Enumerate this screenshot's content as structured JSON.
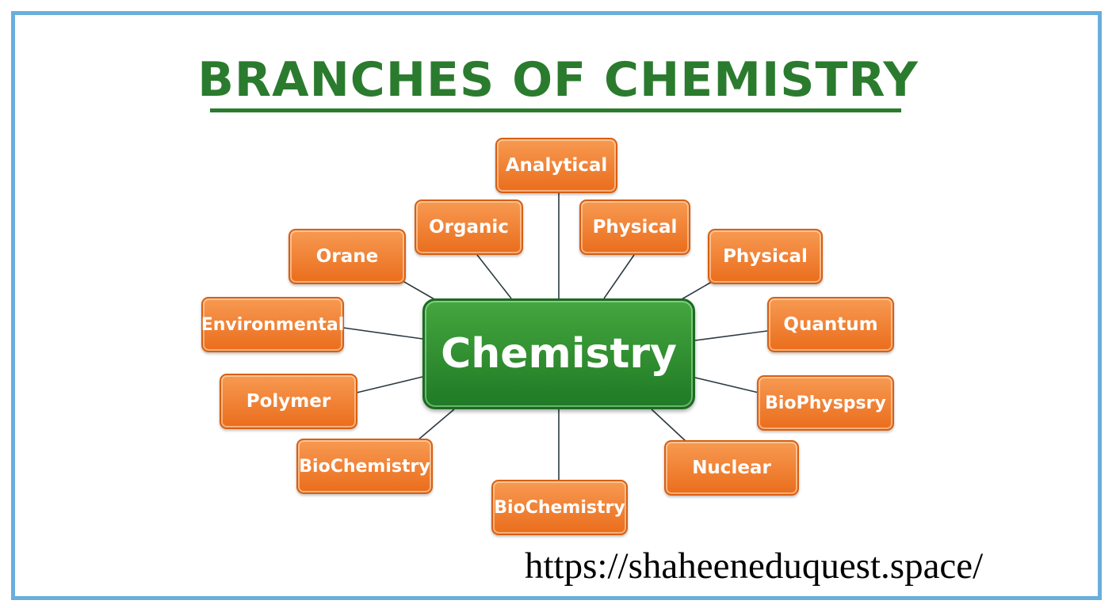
{
  "title": "BRANCHES OF CHEMISTRY",
  "center": "Chemistry",
  "branches": [
    "Analytical",
    "Organic",
    "Physical",
    "Orane",
    "Physical",
    "Environmental",
    "Quantum",
    "Polymer",
    "BioPhyspsry",
    "BioChemistry",
    "Nuclear",
    "BioChemistry"
  ],
  "url": "https://shaheeneduquest.space/",
  "colors": {
    "title": "#2b7b2e",
    "center_node": "#2f8f30",
    "branch_node": "#f0802e",
    "frame": "#6aaedb",
    "connector": "#2a3a40"
  }
}
